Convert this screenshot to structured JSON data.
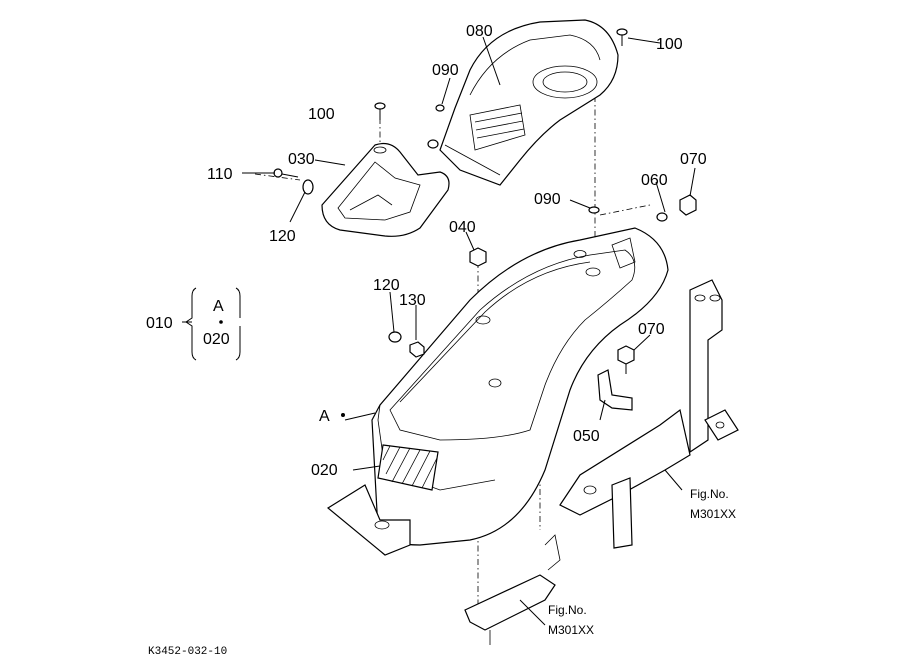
{
  "callouts": {
    "p080": "080",
    "p100_top": "100",
    "p090_top": "090",
    "p100_left": "100",
    "p030": "030",
    "p110": "110",
    "p120_left": "120",
    "p090_mid": "090",
    "p070_top": "070",
    "p060": "060",
    "p040": "040",
    "p120_mid": "120",
    "p130": "130",
    "p010": "010",
    "group_a": "A",
    "group_020": "020",
    "p070_mid": "070",
    "ref_a": "A",
    "p050": "050",
    "p020": "020"
  },
  "fig_refs": {
    "right_line1": "Fig.No.",
    "right_line2": "M301XX",
    "bottom_line1": "Fig.No.",
    "bottom_line2": "M301XX"
  },
  "drawing_code": "K3452-032-10"
}
